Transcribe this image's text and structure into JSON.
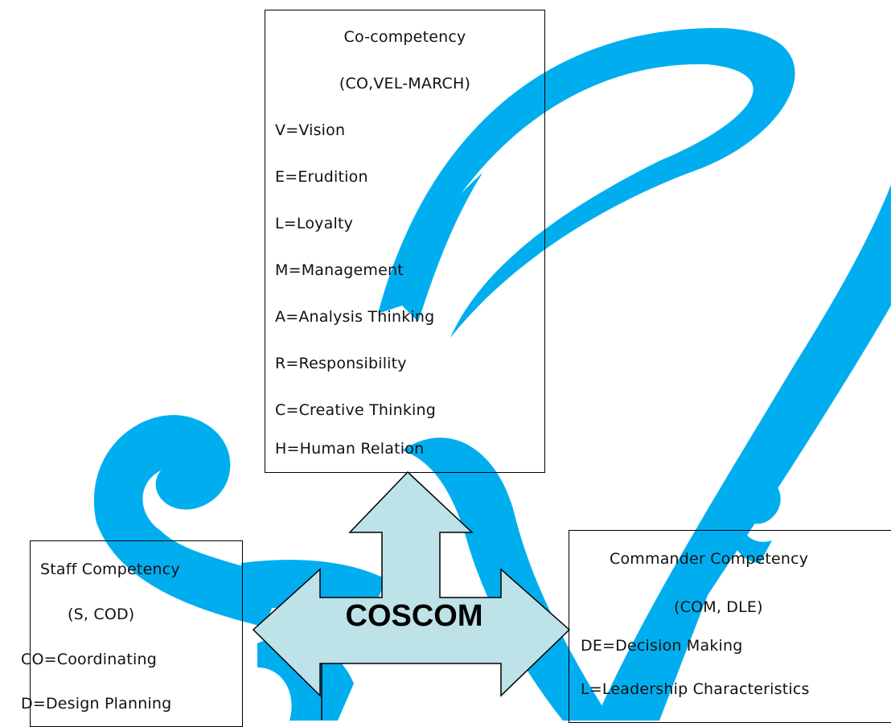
{
  "colors": {
    "watermark": "#00aeef",
    "arrow_fill": "#bde2e8",
    "border": "#000000"
  },
  "top_box": {
    "title": "Co-competency",
    "subtitle": "(CO,VEL-MARCH)",
    "items": [
      "V=Vision",
      "E=Erudition",
      "L=Loyalty",
      "M=Management",
      "A=Analysis Thinking",
      "R=Responsibility",
      "C=Creative Thinking",
      "H=Human Relation"
    ]
  },
  "left_box": {
    "title": "Staff Competency",
    "subtitle": "(S, COD)",
    "items": [
      "CO=Coordinating",
      "D=Design Planning"
    ]
  },
  "right_box": {
    "title": "Commander Competency",
    "subtitle": "(COM, DLE)",
    "items": [
      "DE=Decision Making",
      "L=Leadership Characteristics"
    ]
  },
  "arrow": {
    "label": "COSCOM"
  }
}
